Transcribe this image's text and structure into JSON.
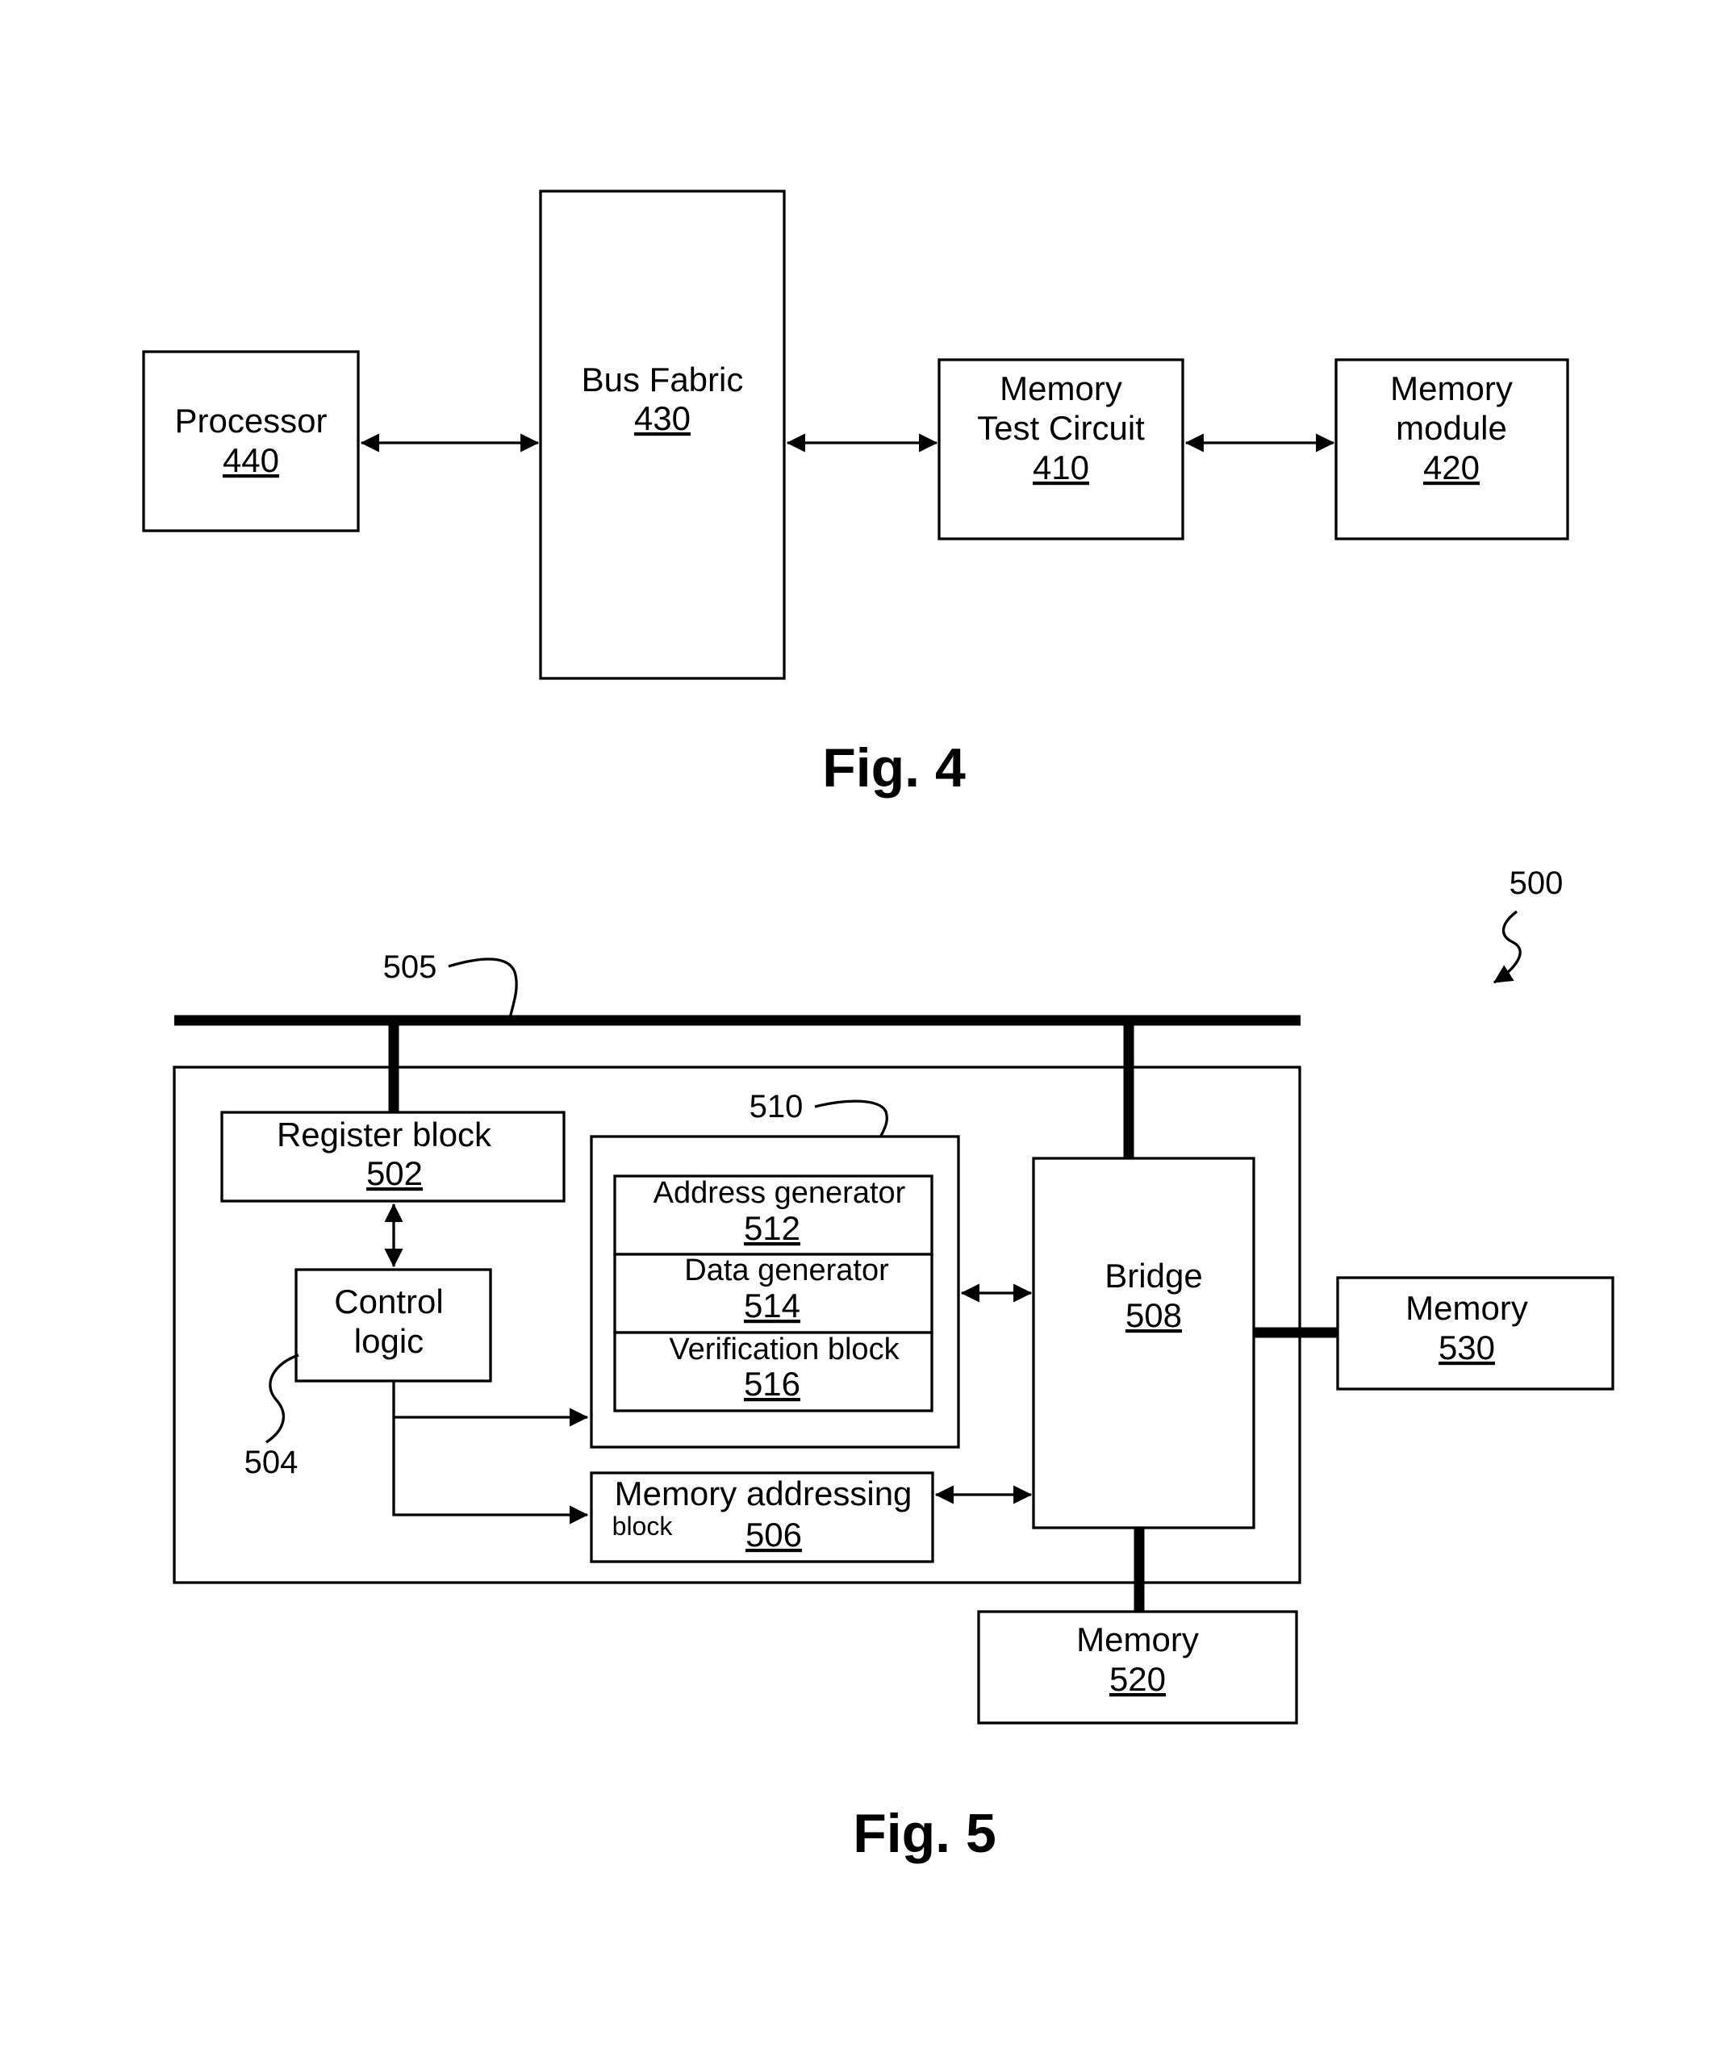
{
  "fig4": {
    "caption": "Fig. 4",
    "processor": {
      "label": "Processor",
      "ref": "440"
    },
    "bus_fabric": {
      "label": "Bus Fabric",
      "ref": "430"
    },
    "memory_test_circuit": {
      "label_line1": "Memory",
      "label_line2": "Test Circuit",
      "ref": "410"
    },
    "memory_module": {
      "label_line1": "Memory",
      "label_line2": "module",
      "ref": "420"
    }
  },
  "fig5": {
    "caption": "Fig. 5",
    "system_ref": "500",
    "bus_ref": "505",
    "register_block": {
      "label": "Register block",
      "ref": "502"
    },
    "control_logic": {
      "label_line1": "Control",
      "label_line2": "logic",
      "ref": "504"
    },
    "generator_group_ref": "510",
    "address_generator": {
      "label": "Address generator",
      "ref": "512"
    },
    "data_generator": {
      "label": "Data generator",
      "ref": "514"
    },
    "verification_block": {
      "label": "Verification block",
      "ref": "516"
    },
    "memory_addressing_block": {
      "label_line1": "Memory addressing",
      "label_line2": "block",
      "ref": "506"
    },
    "bridge": {
      "label": "Bridge",
      "ref": "508"
    },
    "memory_530": {
      "label": "Memory",
      "ref": "530"
    },
    "memory_520": {
      "label": "Memory",
      "ref": "520"
    }
  }
}
